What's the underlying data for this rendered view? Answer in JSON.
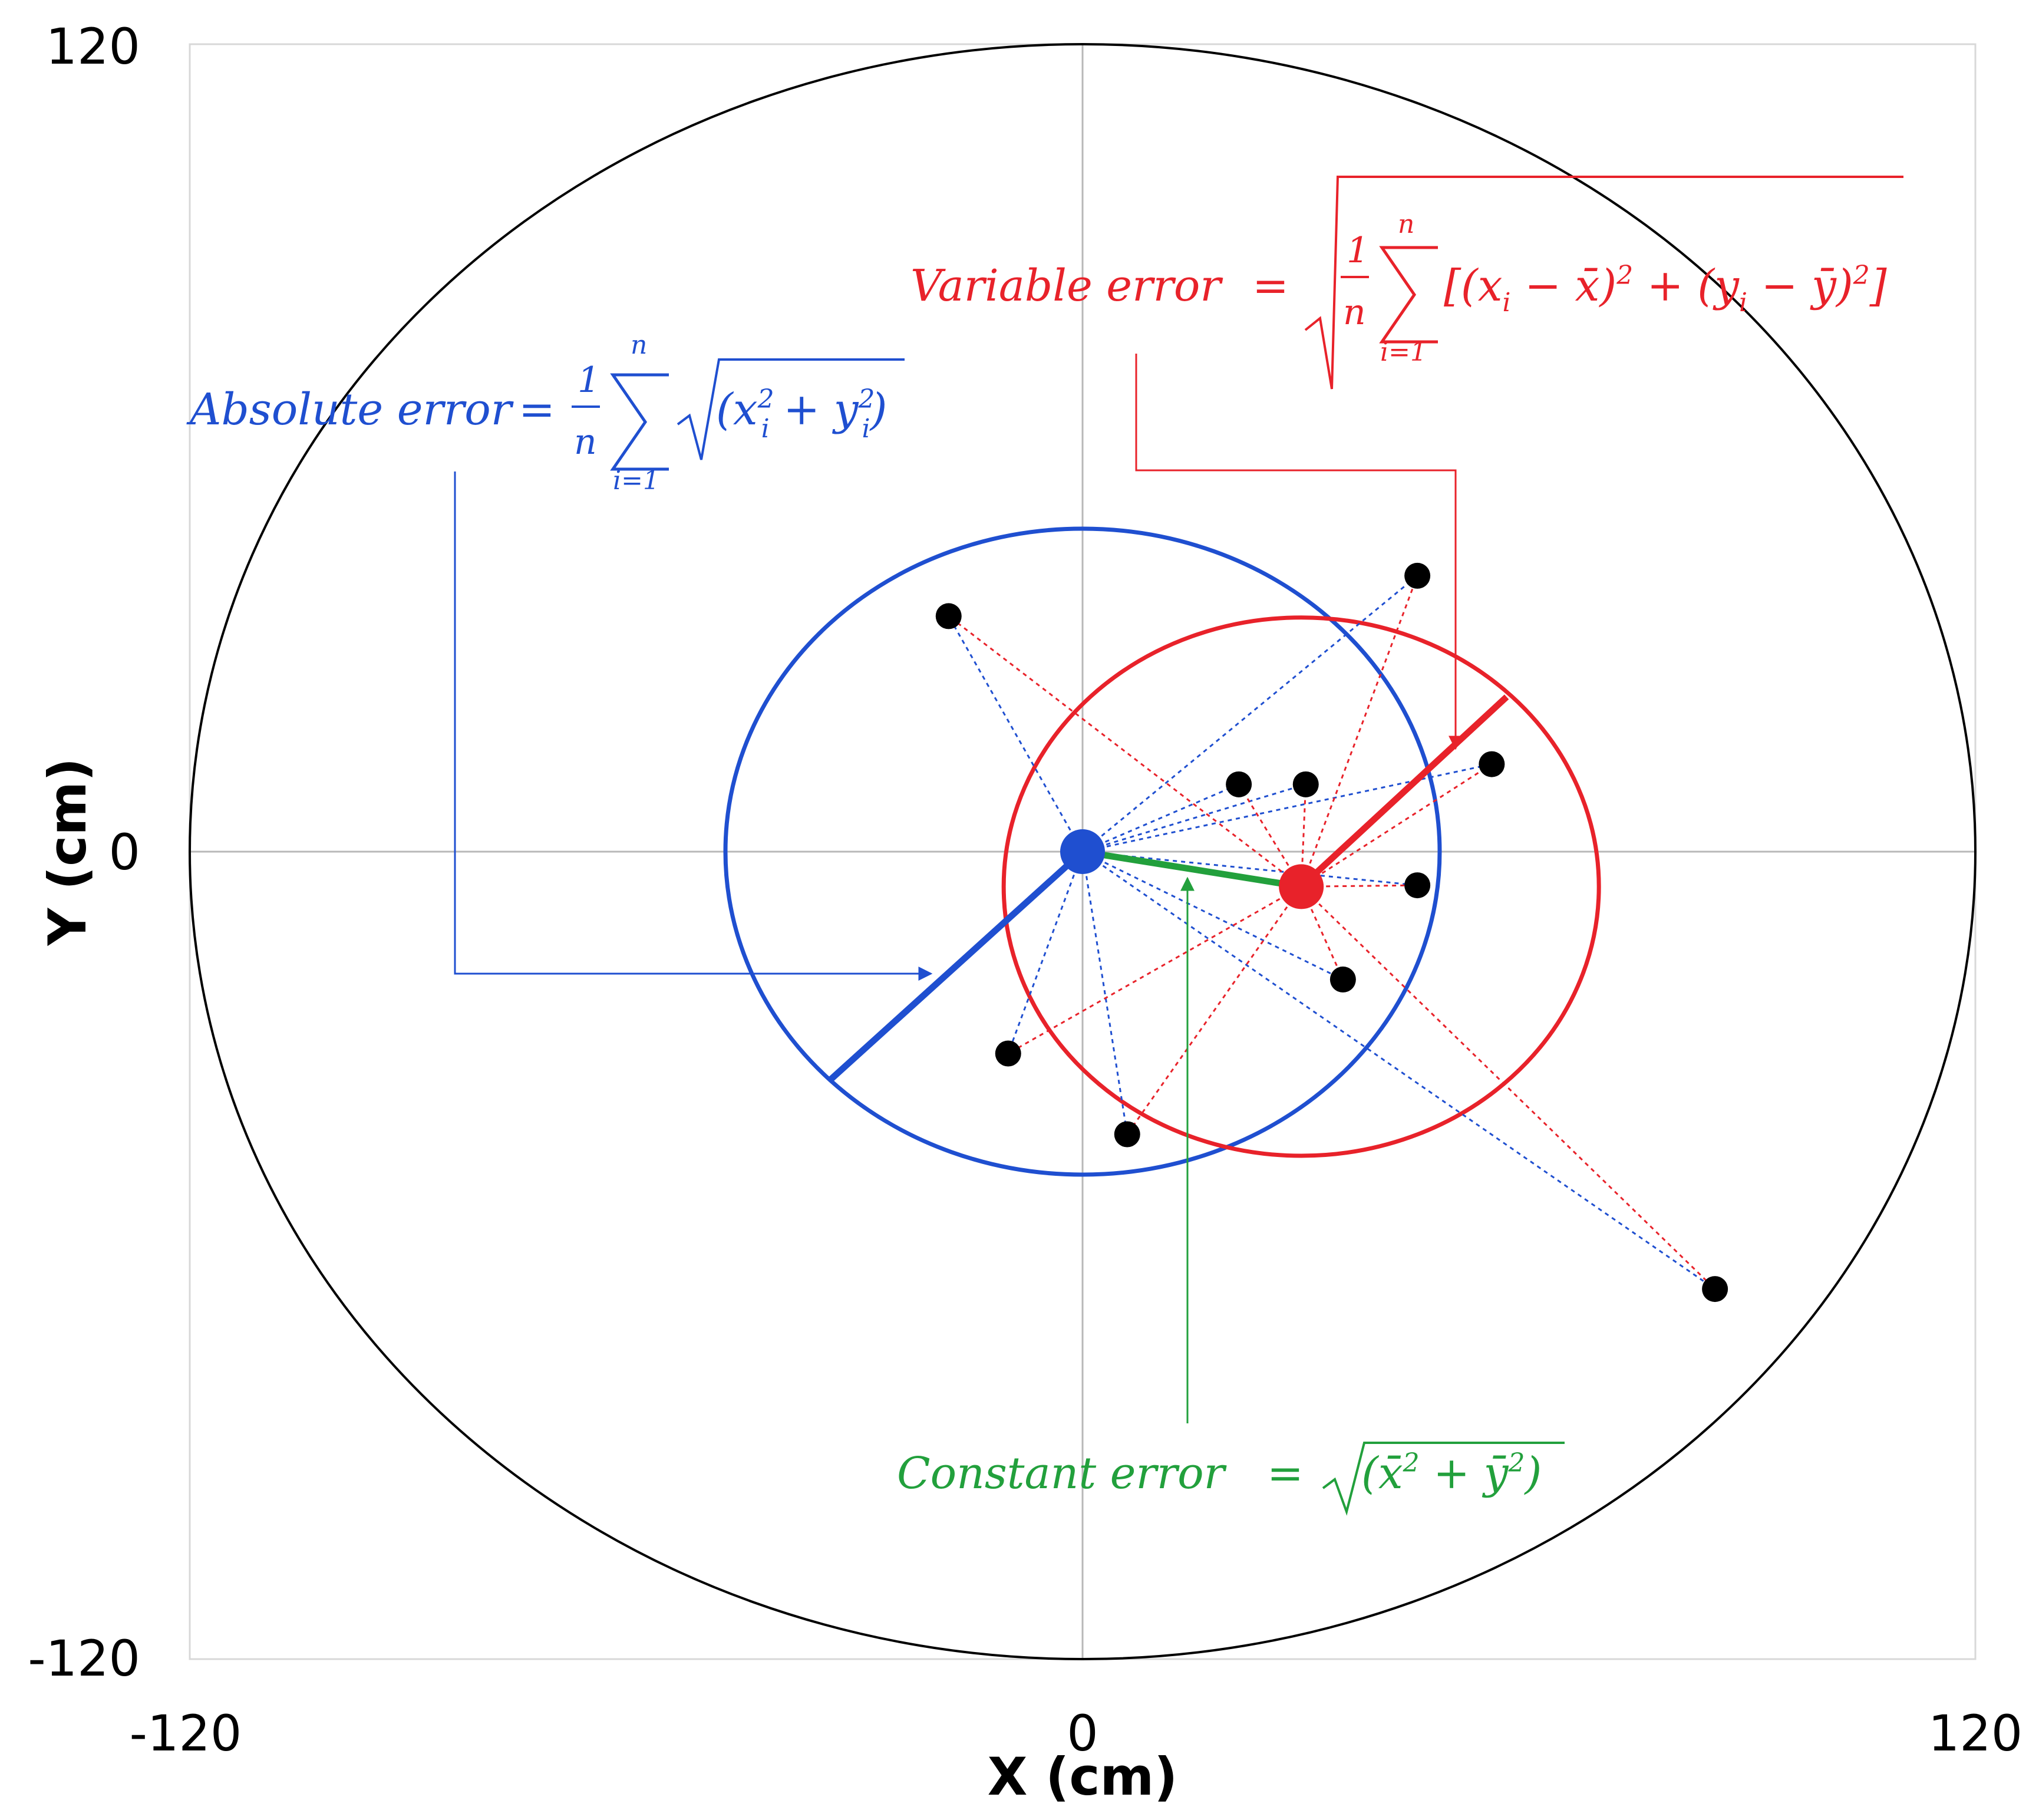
{
  "chart_data": {
    "type": "scatter",
    "title": "",
    "xlabel": "X (cm)",
    "ylabel": "Y (cm)",
    "xlim": [
      -120,
      120
    ],
    "ylim": [
      -120,
      120
    ],
    "x_ticks": [
      "-120",
      "0",
      "120"
    ],
    "y_ticks": [
      "120",
      "0",
      "-120"
    ],
    "grid": false,
    "target_radius": 120,
    "colors": {
      "absolute": "#1f4fd0",
      "variable": "#e8222a",
      "constant": "#22a03c",
      "points": "#000000",
      "outline": "#000000",
      "crosshair": "#b8b8b8"
    },
    "points": [
      {
        "x": -18,
        "y": 35
      },
      {
        "x": 45,
        "y": 41
      },
      {
        "x": 21,
        "y": 10
      },
      {
        "x": 30,
        "y": 10
      },
      {
        "x": 55,
        "y": 13
      },
      {
        "x": 45,
        "y": -5
      },
      {
        "x": 35,
        "y": -19
      },
      {
        "x": -10,
        "y": -30
      },
      {
        "x": 6,
        "y": -42
      },
      {
        "x": 85,
        "y": -65
      }
    ],
    "origin_marker": {
      "x": 0,
      "y": 0
    },
    "mean_marker": {
      "x": 29.4,
      "y": -5.2
    },
    "absolute_circle_radius": 48,
    "variable_circle_radius": 40,
    "absolute_radius_line_end": {
      "x": -34,
      "y": -34
    },
    "variable_radius_line_end": {
      "x": 57,
      "y": 23
    },
    "annotations": {
      "absolute": {
        "label": "Absolute error",
        "equals": "=",
        "expr_start": "1",
        "expr_den": "n",
        "sum_top": "n",
        "sum_bottom": "i=1",
        "radicand": "(x",
        "sub_i": "i",
        "sup_2": "2",
        "plus": " + y",
        "close": ")"
      },
      "variable": {
        "label": "Variable error",
        "equals": "=",
        "expr_start": "1",
        "expr_den": "n",
        "sum_top": "n",
        "sum_bottom": "i=1",
        "body": "[(x",
        "sub_i": "i",
        "minus_mean_x": " − x̄)",
        "sup_2": "2",
        "plus_y": " + (y",
        "minus_mean_y": " − ȳ)",
        "close": "]"
      },
      "constant": {
        "label": "Constant error",
        "equals": "=",
        "radicand": "(x̄",
        "sup_2": "2",
        "plus": " + ȳ",
        "close": ")"
      }
    }
  }
}
